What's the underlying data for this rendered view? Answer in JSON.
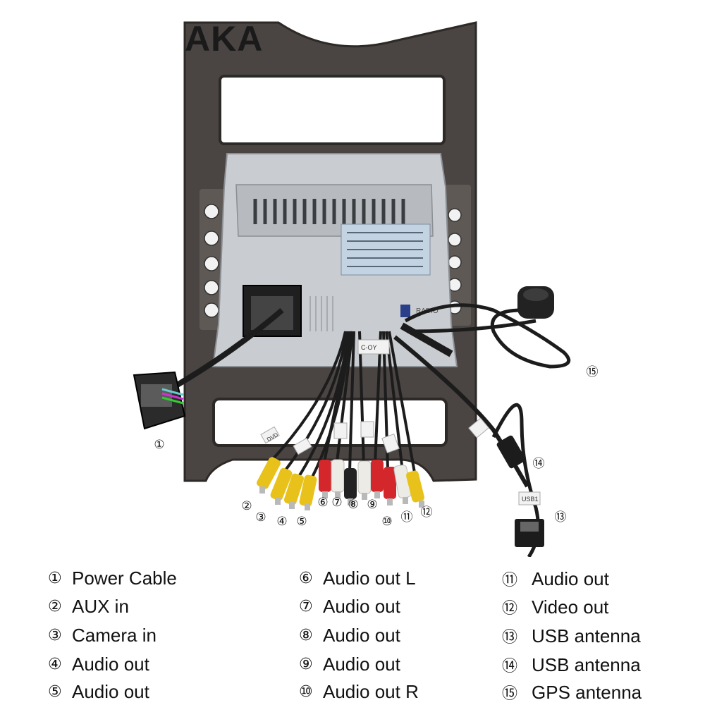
{
  "watermark": "AKA",
  "unit": {
    "back_badges": [
      "RADIO"
    ],
    "cable_tags": [
      "DVD",
      "C-OY",
      "USB1"
    ]
  },
  "callouts": [
    "①",
    "②",
    "③",
    "④",
    "⑤",
    "⑥",
    "⑦",
    "⑧",
    "⑨",
    "⑩",
    "⑪",
    "⑫",
    "⑬",
    "⑭",
    "⑮"
  ],
  "legend": [
    {
      "num": "①",
      "label": "Power Cable"
    },
    {
      "num": "②",
      "label": "AUX in"
    },
    {
      "num": "③",
      "label": "Camera in"
    },
    {
      "num": "④",
      "label": "Audio out"
    },
    {
      "num": "⑤",
      "label": "Audio out"
    },
    {
      "num": "⑥",
      "label": "Audio out L"
    },
    {
      "num": "⑦",
      "label": "Audio out"
    },
    {
      "num": "⑧",
      "label": "Audio out"
    },
    {
      "num": "⑨",
      "label": "Audio out"
    },
    {
      "num": "⑩",
      "label": "Audio out R"
    },
    {
      "num": "⑪",
      "label": "Audio out"
    },
    {
      "num": "⑫",
      "label": "Video out"
    },
    {
      "num": "⑬",
      "label": "USB antenna"
    },
    {
      "num": "⑭",
      "label": "USB antenna"
    },
    {
      "num": "⑮",
      "label": "GPS antenna"
    }
  ],
  "colors": {
    "frame": "#4a4442",
    "frame_dark": "#2d2927",
    "housing": "#c9ccd0",
    "housing_dark": "#9ea3a8",
    "rca_yellow": "#e8c21a",
    "rca_red": "#d3272b",
    "rca_white": "#ecebe6",
    "rca_black": "#222222",
    "cable": "#1c1c1c"
  }
}
